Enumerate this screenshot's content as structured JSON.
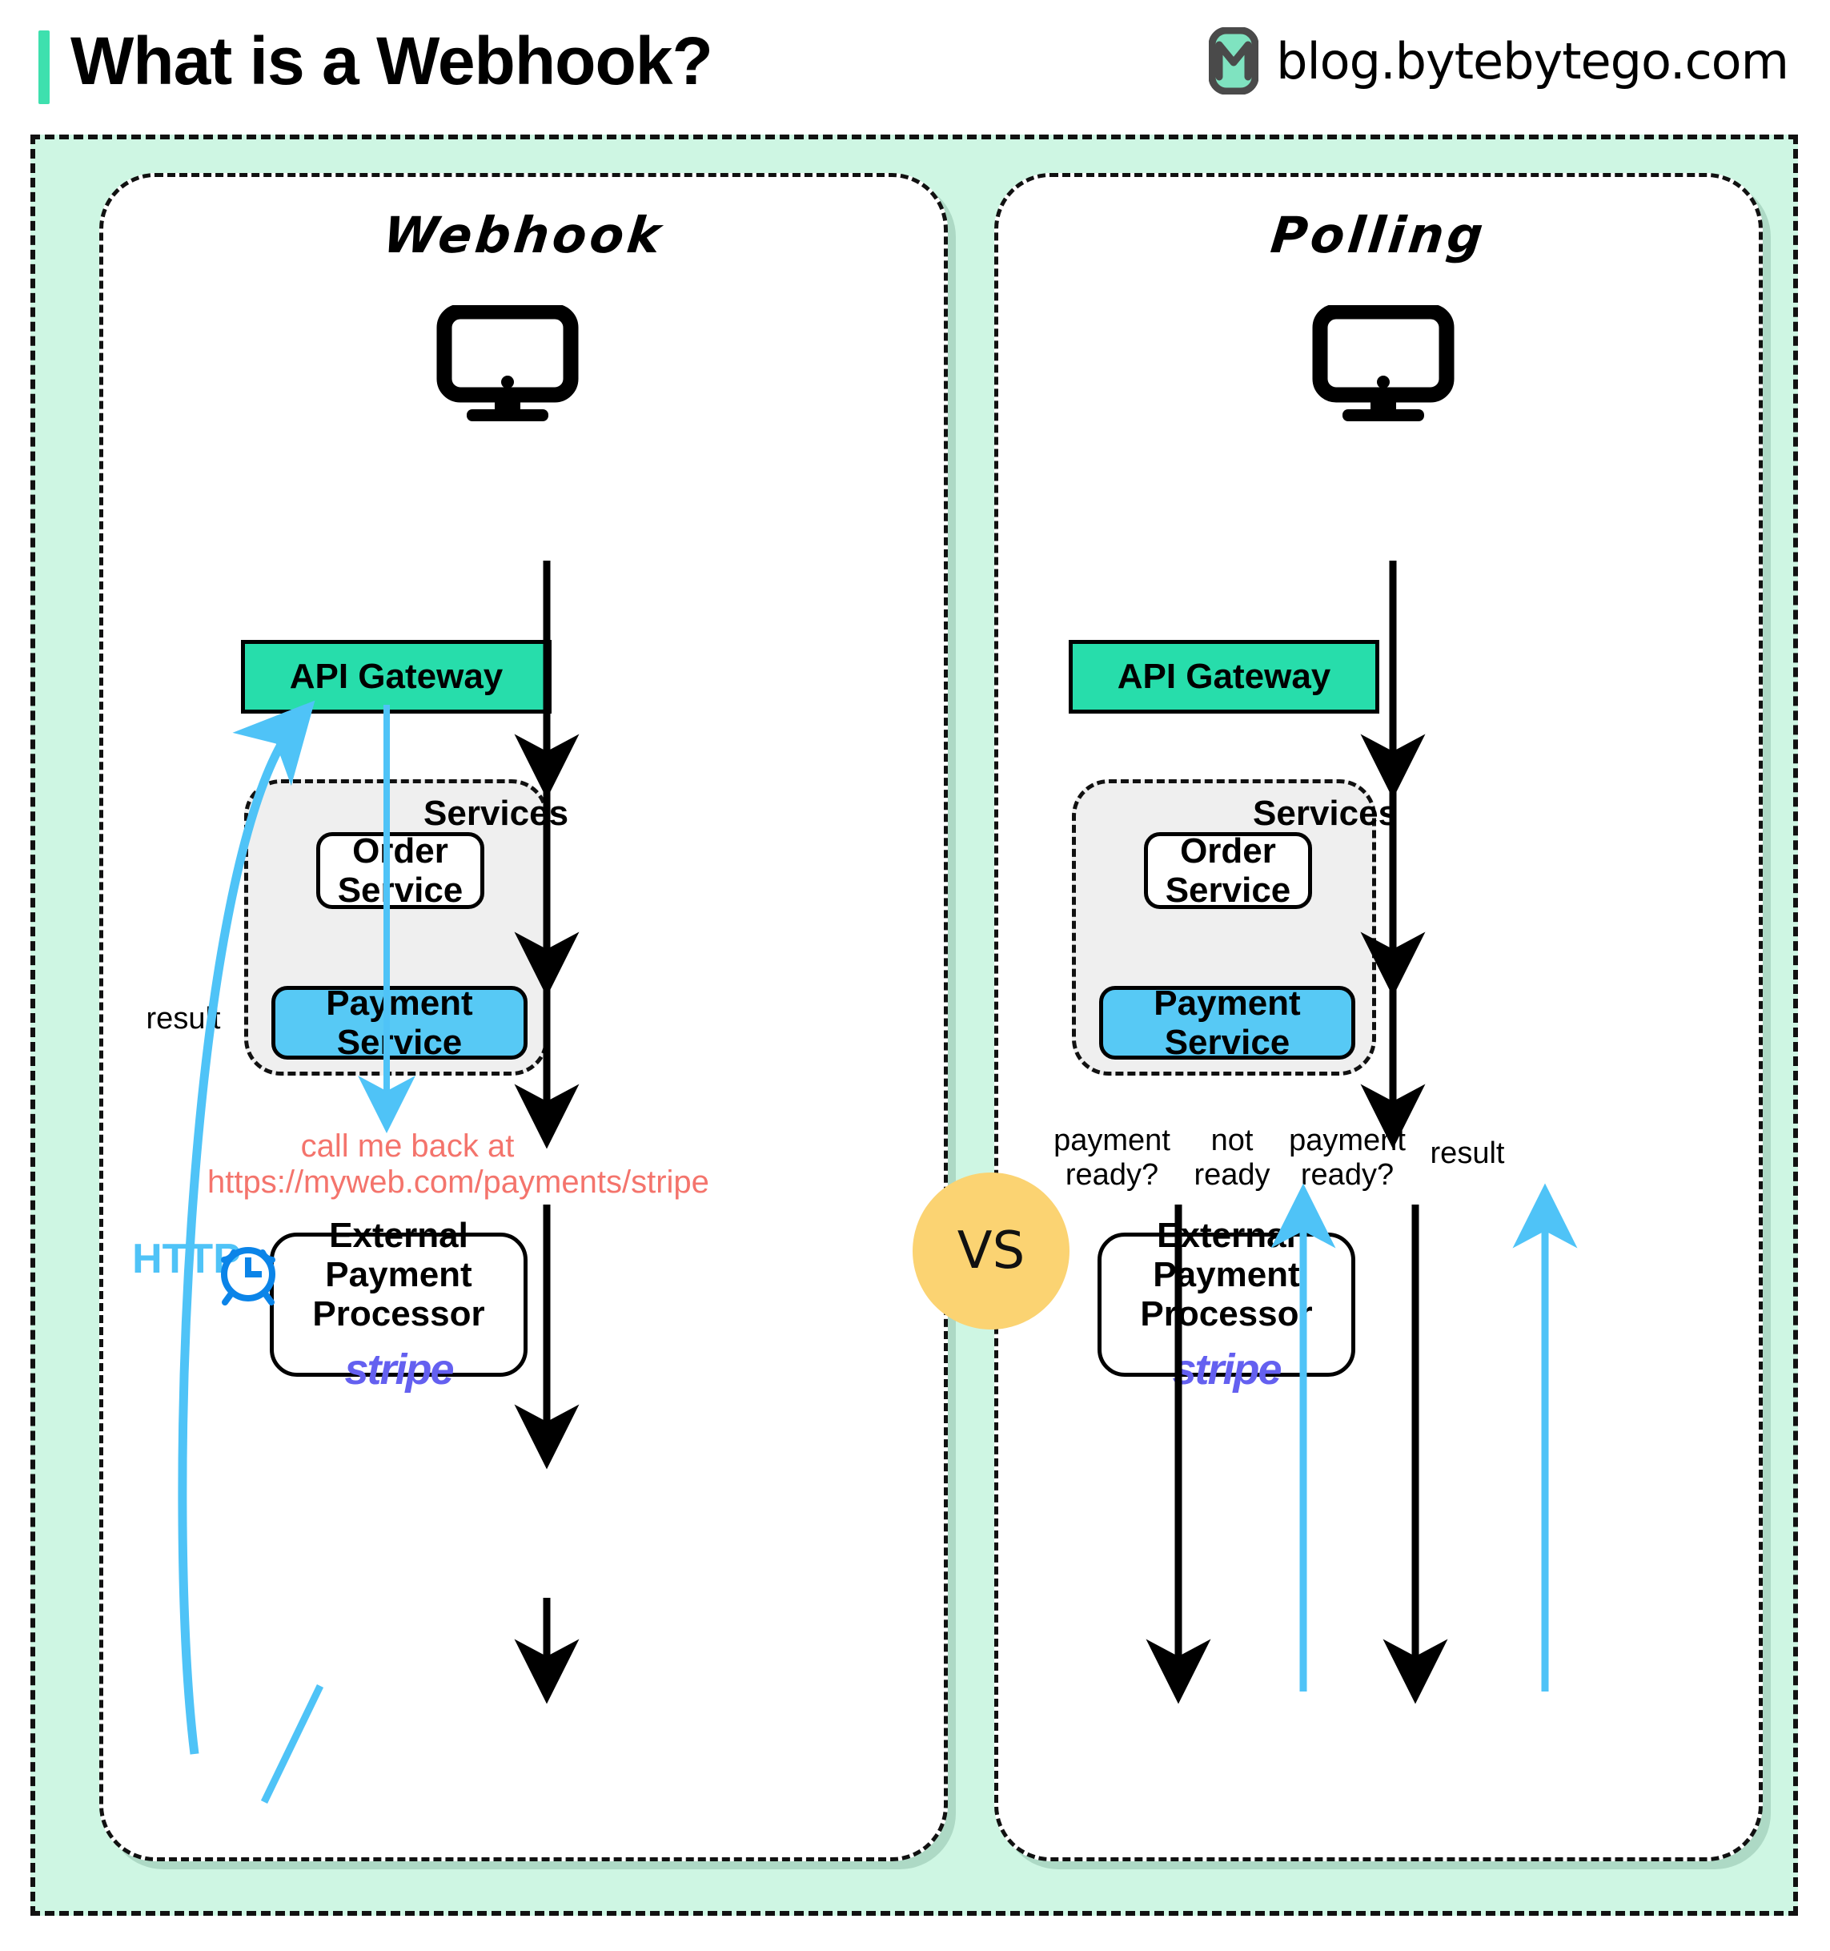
{
  "header": {
    "title": "What is a Webhook?",
    "brand": "blog.bytebytego.com",
    "accent_color": "#3EE0AE",
    "logo_icon": "bytebytego-logo-icon"
  },
  "colors": {
    "outer_background": "#CEF6E3",
    "gateway": "#27DDAB",
    "payment_service": "#57C9F5",
    "services_container": "#EFEFEF",
    "vs_badge": "#FBD372",
    "callback_text": "#F4746C",
    "http_label": "#4FC3F7",
    "clock_icon": "#0B84E8",
    "stripe": "#6460F0"
  },
  "divider": {
    "label": "VS"
  },
  "panels": [
    {
      "id": "webhook",
      "title": "Webhook",
      "client_icon": "monitor-icon",
      "nodes": {
        "gateway": "API Gateway",
        "services_label": "Services",
        "order_service": "Order\nService",
        "order_service_line1": "Order",
        "order_service_line2": "Service",
        "payment_service": "Payment Service",
        "external_title_line1": "External",
        "external_title_line2": "Payment Processor",
        "external_logo": "stripe"
      },
      "annotations": {
        "result": "result",
        "http": "HTTP",
        "clock_icon": "alarm-clock-icon",
        "callback_line1": "call me back at",
        "callback_line2": "https://myweb.com/payments/stripe"
      }
    },
    {
      "id": "polling",
      "title": "Polling",
      "client_icon": "monitor-icon",
      "nodes": {
        "gateway": "API Gateway",
        "services_label": "Services",
        "order_service_line1": "Order",
        "order_service_line2": "Service",
        "payment_service": "Payment Service",
        "external_title_line1": "External",
        "external_title_line2": "Payment Processor",
        "external_logo": "stripe"
      },
      "annotations": {
        "a1_line1": "payment",
        "a1_line2": "ready?",
        "a2_line1": "not",
        "a2_line2": "ready",
        "a3_line1": "payment",
        "a3_line2": "ready?",
        "a4": "result"
      }
    }
  ]
}
